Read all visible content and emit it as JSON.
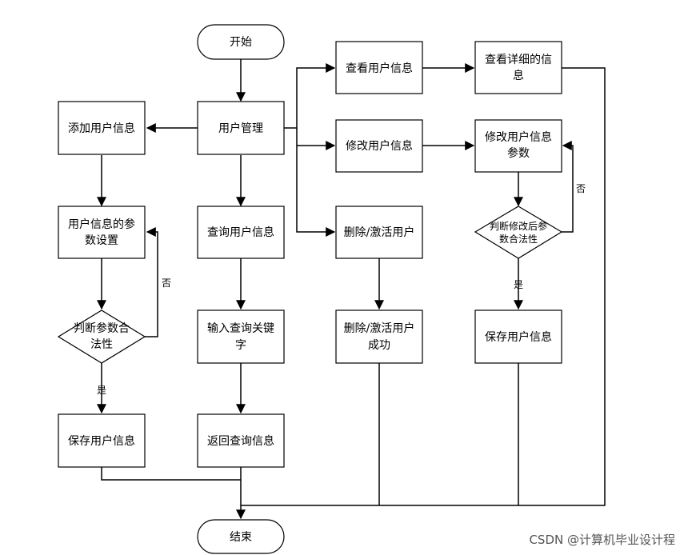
{
  "flowchart": {
    "nodes": {
      "start": "开始",
      "user_mgmt": "用户管理",
      "add_user": "添加用户信息",
      "param_setting": [
        "用户信息的参",
        "数设置"
      ],
      "check_param": [
        "判断参数合",
        "法性"
      ],
      "save_left": "保存用户信息",
      "query_user": "查询用户信息",
      "input_keyword": [
        "输入查询关键",
        "字"
      ],
      "return_query": "返回查询信息",
      "view_user": "查看用户信息",
      "modify_user": "修改用户信息",
      "delete_activate": "删除/激活用户",
      "delete_success": [
        "删除/激活用户",
        "成功"
      ],
      "view_detail": [
        "查看详细的信",
        "息"
      ],
      "modify_params": [
        "修改用户信息",
        "参数"
      ],
      "check_modified": [
        "判断修改后参",
        "数合法性"
      ],
      "save_right": "保存用户信息",
      "end": "结束"
    },
    "edge_labels": {
      "left_no": "否",
      "left_yes": "是",
      "right_no": "否",
      "right_yes": "是"
    }
  },
  "watermark": "CSDN @计算机毕业设计程"
}
